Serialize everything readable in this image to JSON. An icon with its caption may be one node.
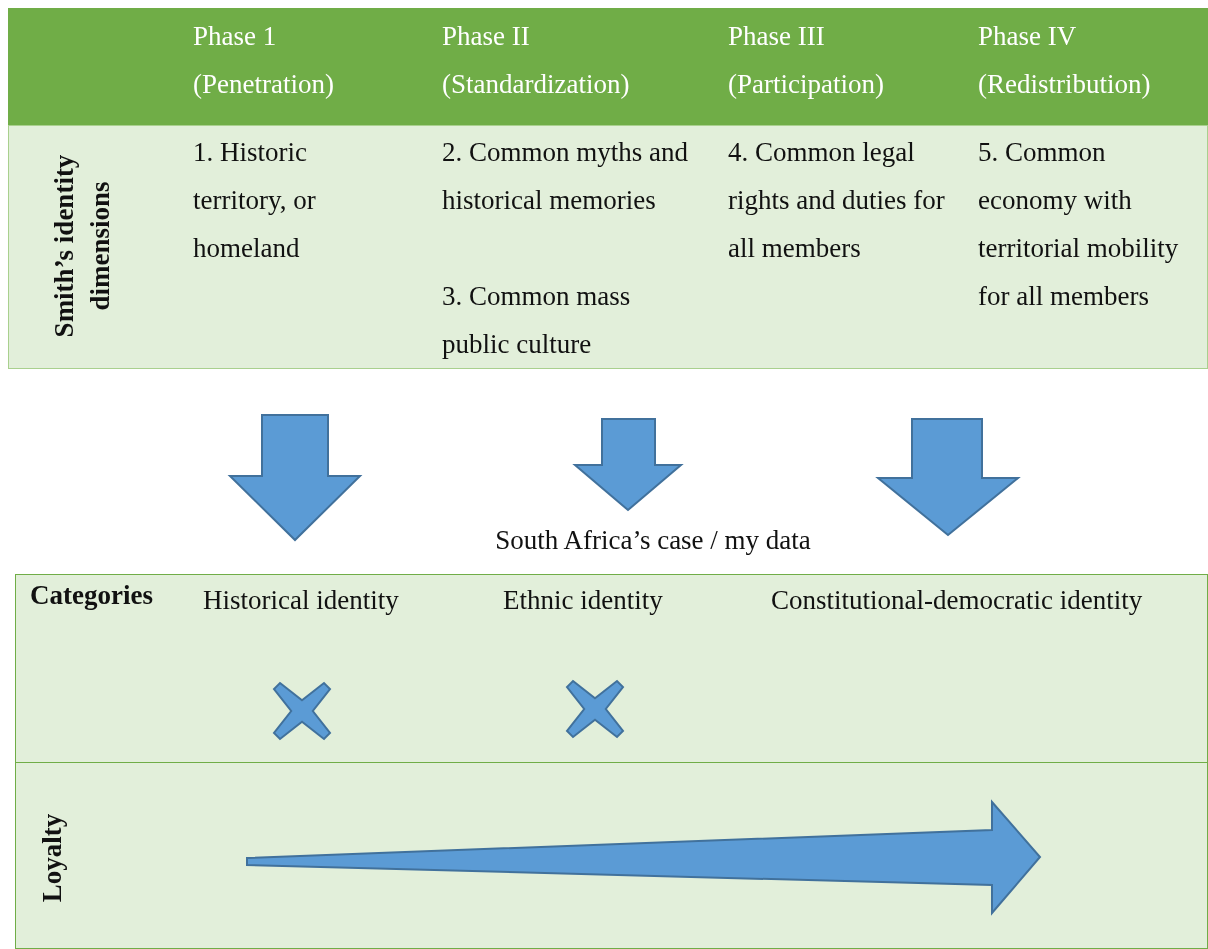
{
  "diagram": {
    "labels": [
      "Phase 1 (Penetration)",
      "Phase II (Standardization)",
      "Phase III (Participation)",
      "Phase IV (Redistribution)",
      "Smith’s identity dimensions",
      "1. Historic territory, or homeland",
      "2. Common myths and historical memories",
      "3. Common mass public culture",
      "4. Common legal rights and duties for all members",
      "5. Common economy with territorial mobility for all members",
      "South Africa’s case / my data",
      "Categories",
      "Historical identity",
      "Ethnic identity",
      "Constitutional-democratic identity",
      "Loyalty"
    ]
  }
}
